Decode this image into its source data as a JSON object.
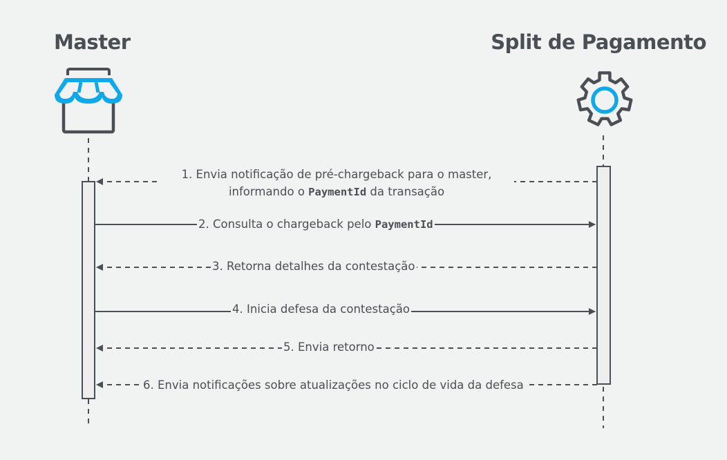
{
  "actors": {
    "master": {
      "title": "Master",
      "icon": "store-icon"
    },
    "split": {
      "title": "Split de Pagamento",
      "icon": "gear-icon"
    }
  },
  "colors": {
    "background": "#f1f2f2",
    "ink": "#4a4f55",
    "accent": "#0fa8e8",
    "activation_fill": "#eeeeee"
  },
  "messages": [
    {
      "id": 1,
      "direction": "to-master",
      "style": "dashed",
      "line1": "1. Envia notificação de pré-chargeback para o master,",
      "line2_prefix": "informando o ",
      "line2_code": "PaymentId",
      "line2_suffix": " da transação"
    },
    {
      "id": 2,
      "direction": "to-split",
      "style": "solid",
      "prefix": "2. Consulta o chargeback pelo ",
      "code": "PaymentId"
    },
    {
      "id": 3,
      "direction": "to-master",
      "style": "dashed",
      "text": "3. Retorna detalhes da contestação"
    },
    {
      "id": 4,
      "direction": "to-split",
      "style": "solid",
      "text": "4. Inicia defesa da contestação"
    },
    {
      "id": 5,
      "direction": "to-master",
      "style": "dashed",
      "text": "5. Envia retorno"
    },
    {
      "id": 6,
      "direction": "to-master",
      "style": "dashed",
      "text": "6. Envia notificações sobre atualizações no ciclo de vida da defesa"
    }
  ]
}
